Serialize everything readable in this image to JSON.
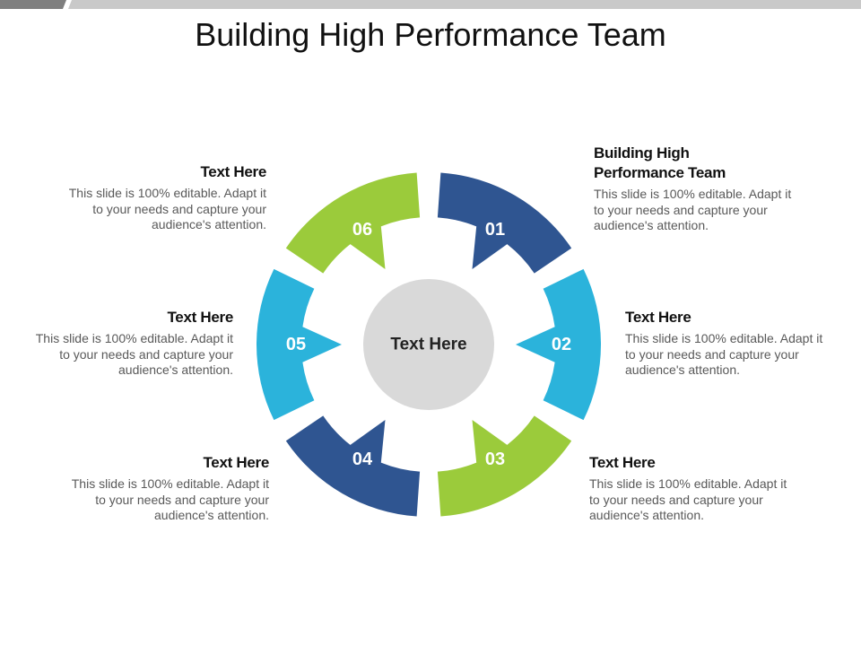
{
  "slide": {
    "title": "Building High Performance Team",
    "colors": {
      "dark_blue": "#2F5591",
      "light_blue": "#2BB3DB",
      "green": "#9BCB3B",
      "center": "#D9D9D9",
      "topbar": "#C9C9C9",
      "topbar_dark": "#7F7F7F"
    }
  },
  "diagram": {
    "center_label": "Text Here",
    "segments": [
      {
        "number": "01",
        "color": "#2F5591"
      },
      {
        "number": "02",
        "color": "#2BB3DB"
      },
      {
        "number": "03",
        "color": "#9BCB3B"
      },
      {
        "number": "04",
        "color": "#2F5591"
      },
      {
        "number": "05",
        "color": "#2BB3DB"
      },
      {
        "number": "06",
        "color": "#9BCB3B"
      }
    ]
  },
  "blocks": {
    "b1": {
      "heading": "Building High\nPerformance Team",
      "body": "This slide is 100% editable. Adapt it to your needs and capture your audience's attention."
    },
    "b2": {
      "heading": "Text Here",
      "body": "This slide is 100% editable. Adapt it to your needs and capture your audience's attention."
    },
    "b3": {
      "heading": "Text Here",
      "body": "This slide is 100% editable. Adapt it to your needs and capture your audience's attention."
    },
    "b4": {
      "heading": "Text Here",
      "body": "This slide is 100% editable. Adapt it to your needs and capture your audience's attention."
    },
    "b5": {
      "heading": "Text Here",
      "body": "This slide is 100% editable. Adapt it to your needs and capture your audience's attention."
    },
    "b6": {
      "heading": "Text Here",
      "body": "This slide is 100% editable. Adapt it to your needs and capture your audience's attention."
    }
  }
}
